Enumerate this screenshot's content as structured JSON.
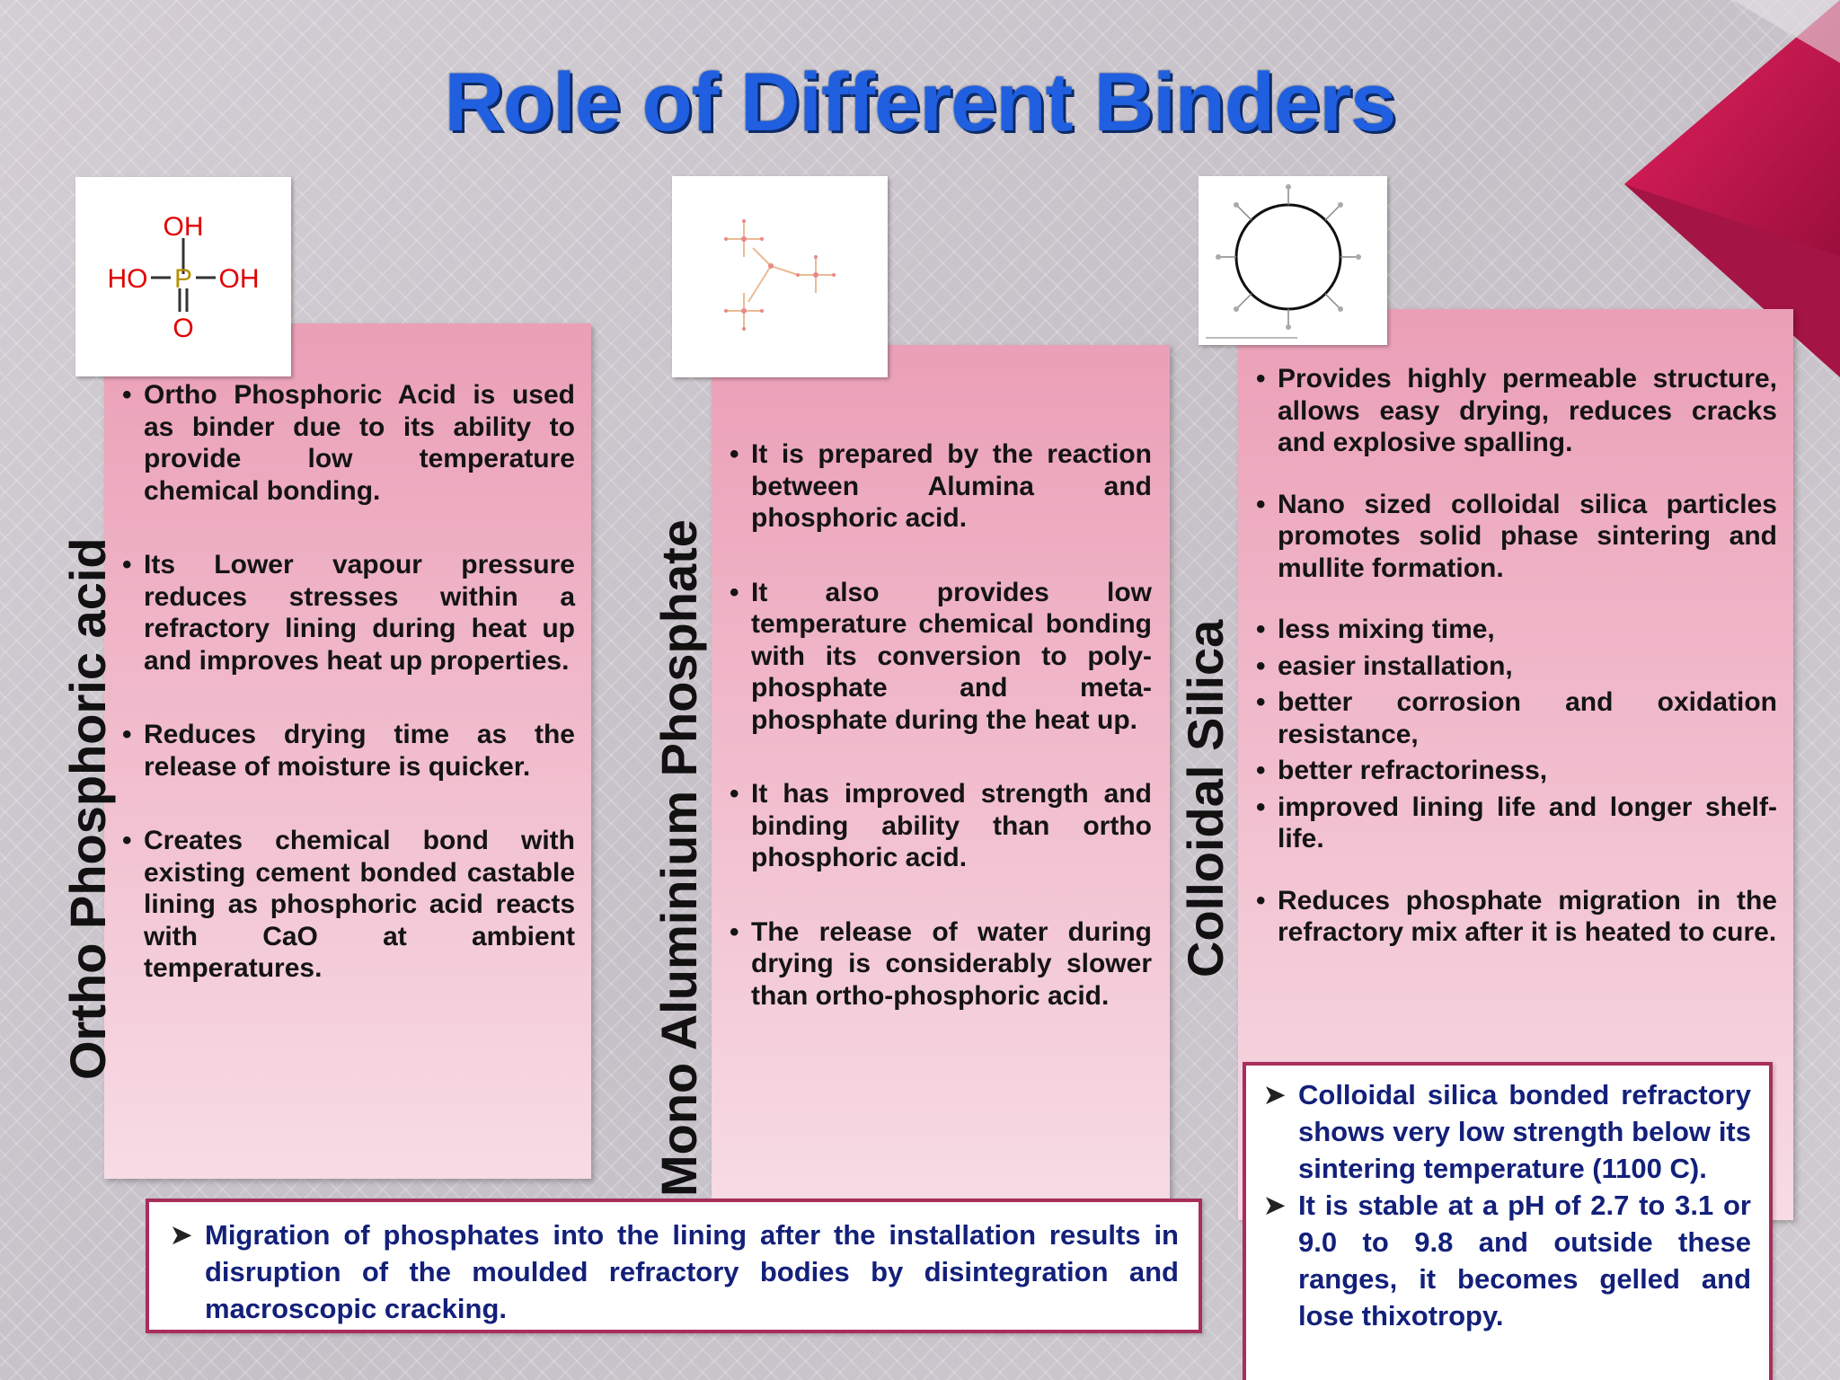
{
  "title": "Role of Different Binders",
  "columns": [
    {
      "heading": "Ortho Phosphoric acid",
      "groups": [
        [
          "Ortho Phosphoric Acid is used as binder due to its ability to provide low temperature chemical bonding."
        ],
        [
          "Its Lower vapour pressure reduces stresses within a refractory lining during heat up and improves heat up properties."
        ],
        [
          "Reduces drying time as the release of moisture is quicker."
        ],
        [
          "Creates chemical bond with existing cement bonded castable lining as phosphoric acid reacts with CaO at ambient temperatures."
        ]
      ]
    },
    {
      "heading": "Mono Aluminium Phosphate",
      "groups": [
        [
          "It is prepared by the reaction between Alumina and phosphoric acid."
        ],
        [
          "It also provides low temperature chemical bonding with its conversion to poly-phosphate and meta-phosphate during the heat up."
        ],
        [
          "It has improved strength and binding ability than ortho phosphoric acid."
        ],
        [
          "The release of water during drying is considerably slower than ortho-phosphoric acid."
        ]
      ]
    },
    {
      "heading": "Colloidal Silica",
      "groups": [
        [
          "Provides highly permeable structure, allows easy drying, reduces cracks and explosive spalling."
        ],
        [
          "Nano sized colloidal silica particles promotes solid phase sintering and mullite formation."
        ],
        [
          "less mixing time,",
          "easier installation,",
          "better corrosion and oxidation resistance,",
          "better refractoriness,",
          "improved lining life and longer shelf-life."
        ],
        [
          "Reduces phosphate migration in the refractory mix after it is heated to cure."
        ]
      ]
    }
  ],
  "molecule": {
    "oh_top": "OH",
    "ho_left": "HO",
    "p": "P",
    "oh_right": "OH",
    "o_bottom": "O"
  },
  "note_bottom": [
    "Migration of phosphates into the lining after the installation results in disruption of the moulded refractory bodies by disintegration and macroscopic cracking."
  ],
  "note_right": [
    "Colloidal silica bonded refractory shows very low strength below its sintering temperature (1100 C).",
    "It is stable at a pH of 2.7 to 3.1 or 9.0 to 9.8 and outside these ranges, it becomes gelled and lose thixotropy."
  ],
  "colors": {
    "title": "#1f5fe0",
    "note_text": "#13207a",
    "note_border": "#a82e5c",
    "accent": "#d41c5c"
  },
  "icons": {
    "note_marker": "arrowhead-icon",
    "list_marker": "bullet"
  }
}
